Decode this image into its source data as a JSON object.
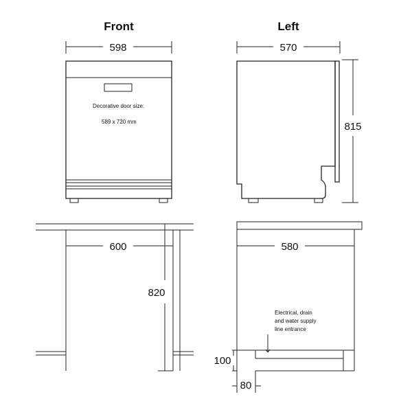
{
  "headings": {
    "front": "Front",
    "left": "Left"
  },
  "dimensions": {
    "front_width": "598",
    "left_depth": "570",
    "left_height": "815",
    "niche_width": "600",
    "niche_height": "820",
    "side_depth": "580",
    "plinth_height": "100",
    "plinth_depth": "80"
  },
  "front_labels": {
    "door_size_label": "Decorative door size:",
    "door_size_value": "589 x 720 mm"
  },
  "side_note": {
    "line1": "Electrical, drain",
    "line2": "and water supply",
    "line3": "line entrance"
  }
}
